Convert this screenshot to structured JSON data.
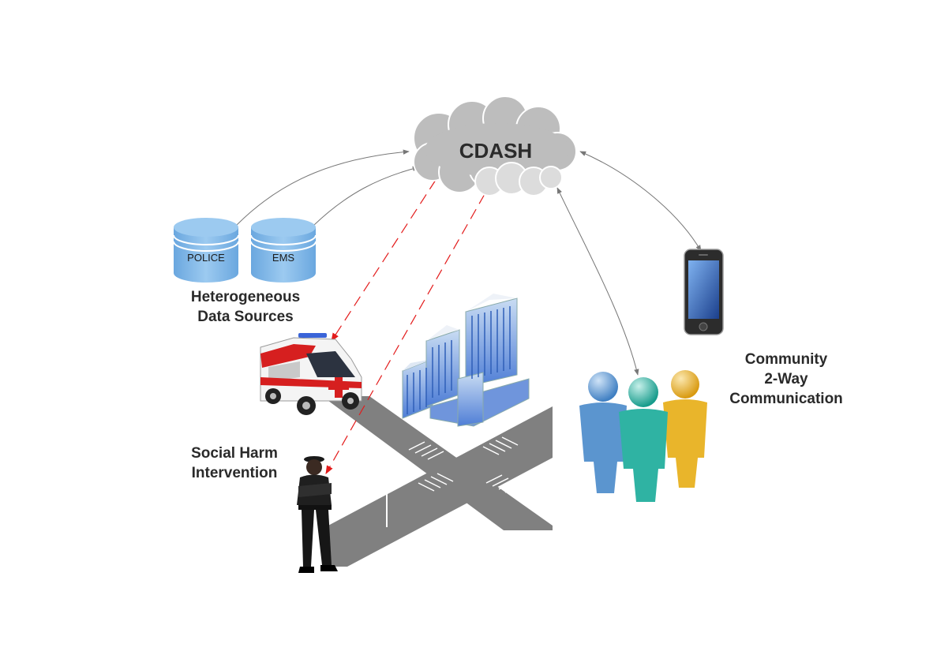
{
  "cloud": {
    "label": "CDASH"
  },
  "databases": [
    {
      "label": "POLICE"
    },
    {
      "label": "EMS"
    }
  ],
  "labels": {
    "data_sources": [
      "Heterogeneous",
      "Data Sources"
    ],
    "intervention": [
      "Social Harm",
      "Intervention"
    ],
    "community": [
      "Community",
      "2-Way",
      "Communication"
    ]
  },
  "colors": {
    "database_fill": "#7fb6e6",
    "cloud_gray": "#bdbdbd",
    "dispatch_arrow": "#e31b1b",
    "link_arrow": "#777777",
    "road": "#7d7d7d",
    "person_blue": "#5b95cf",
    "person_teal": "#2fb3a3",
    "person_gold": "#e9b52b"
  }
}
